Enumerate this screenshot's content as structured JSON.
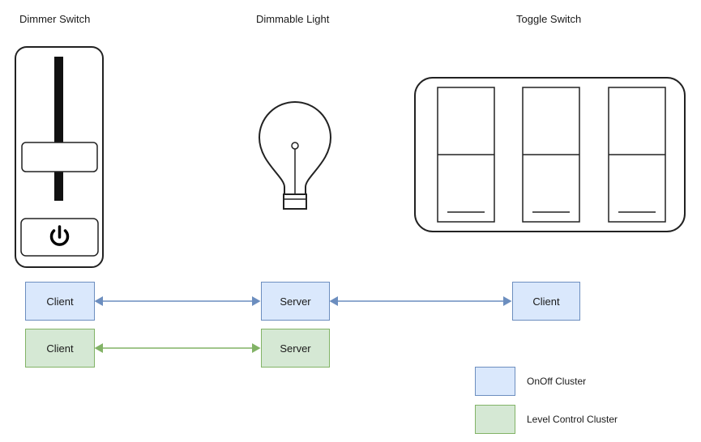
{
  "titles": {
    "dimmer": "Dimmer Switch",
    "light": "Dimmable Light",
    "toggle": "Toggle Switch"
  },
  "nodes": {
    "dimmer_onoff": "Client",
    "dimmer_level": "Client",
    "light_onoff": "Server",
    "light_level": "Server",
    "toggle_onoff": "Client"
  },
  "legend": {
    "onoff": "OnOff Cluster",
    "level": "Level Control Cluster"
  },
  "colors": {
    "onoff_fill": "#dae8fc",
    "onoff_stroke": "#6c8ebf",
    "level_fill": "#d5e8d4",
    "level_stroke": "#82b366"
  },
  "icons": {
    "dimmer_power": "power-icon",
    "light": "light-bulb-icon"
  }
}
